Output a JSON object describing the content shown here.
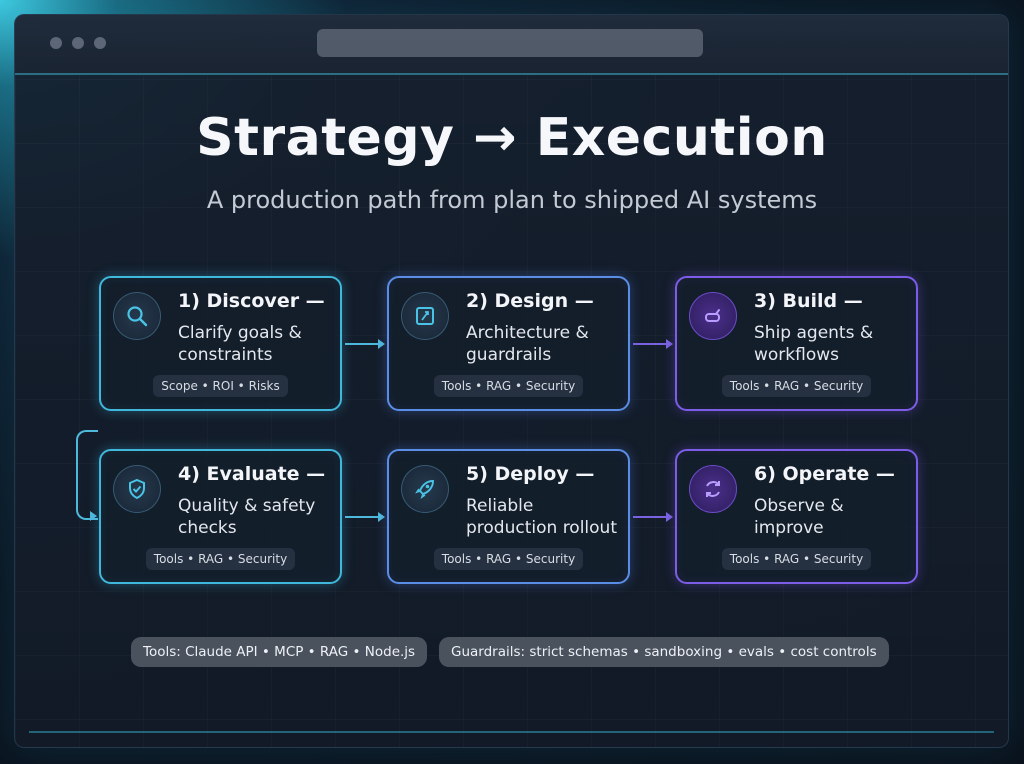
{
  "header": {
    "title": "Strategy → Execution",
    "subtitle": "A production path from plan to shipped AI systems"
  },
  "steps": [
    {
      "title": "1) Discover —",
      "desc": "Clarify goals & constraints",
      "tags": "Scope • ROI • Risks",
      "icon": "search-icon"
    },
    {
      "title": "2) Design —",
      "desc": "Architecture & guardrails",
      "tags": "Tools • RAG • Security",
      "icon": "blueprint-icon"
    },
    {
      "title": "3) Build —",
      "desc": "Ship agents & workflows",
      "tags": "Tools • RAG • Security",
      "icon": "build-icon"
    },
    {
      "title": "4) Evaluate —",
      "desc": "Quality & safety checks",
      "tags": "Tools • RAG • Security",
      "icon": "shield-check-icon"
    },
    {
      "title": "5) Deploy —",
      "desc": "Reliable production rollout",
      "tags": "Tools • RAG • Security",
      "icon": "rocket-icon"
    },
    {
      "title": "6) Operate —",
      "desc": "Observe & improve",
      "tags": "Tools • RAG • Security",
      "icon": "cycle-icon"
    }
  ],
  "footer": {
    "tools": "Tools: Claude API • MCP • RAG • Node.js",
    "guardrails": "Guardrails: strict schemas • sandboxing • evals • cost controls"
  },
  "colors": {
    "accent_cyan": "#3fb8dc",
    "accent_purple": "#7d5ce8",
    "background": "#0b1622"
  }
}
